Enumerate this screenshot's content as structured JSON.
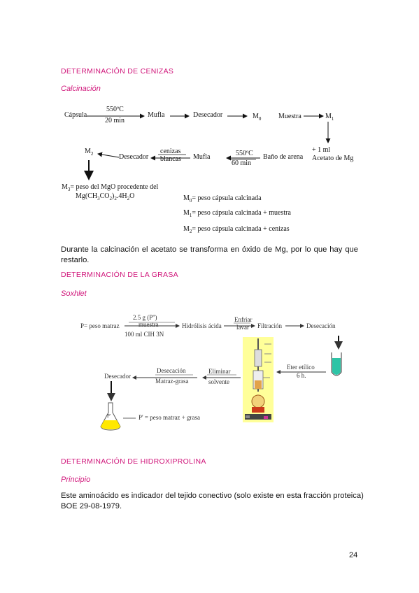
{
  "section1": {
    "heading": "DETERMINACIÓN DE CENIZAS",
    "subheading": "Calcinación",
    "diagram": {
      "capsula": "Cápsula",
      "temp1": "550ºC",
      "time1": "20 min",
      "mufla1": "Mufla",
      "desecador1": "Desecador",
      "m0": "M",
      "m0_sub": "0",
      "muestra": "Muestra",
      "m1": "M",
      "m1_sub": "1",
      "plus_ml": "+ 1 ml",
      "acetato": "Acetato de Mg",
      "bano": "Baño de arena",
      "temp2": "550ºC",
      "time2": "60 min",
      "mufla2": "Mufla",
      "cenizas": "cenizas",
      "blancas": "blancas",
      "desecador2": "Desecador",
      "m2": "M",
      "m2_sub": "2",
      "m3_line1": "M",
      "m3_sub": "3",
      "m3_line1_rest": "= peso del MgO procedente del",
      "m3_line2": "Mg(CH",
      "m3_line2_sub1": "3",
      "m3_line2_mid": "CO",
      "m3_line2_sub2": "2",
      "m3_line2_rest": ")",
      "m3_line2_sub3": "2",
      "m3_line2_end": ".4H",
      "m3_line2_sub4": "2",
      "m3_line2_o": "O",
      "def0": "= peso cápsula calcinada",
      "def1": "= peso cápsula calcinada + muestra",
      "def2": "= peso cápsula calcinada + cenizas",
      "def_m": "M",
      "def0_sub": "0",
      "def1_sub": "1",
      "def2_sub": "2"
    },
    "paragraph": "Durante la calcinación el acetato se transforma en óxido de Mg, por lo que hay que restarlo."
  },
  "section2": {
    "heading": "DETERMINACIÓN DE LA GRASA",
    "subheading": "Soxhlet",
    "diagram": {
      "p_label": "P= peso matraz",
      "top_label": "2.5 g (P'')",
      "muestra": "muestra",
      "bottom_label": "100 ml  CIH 3N",
      "hidrolisis": "Hidrólisis ácida",
      "enfriar": "Enfriar",
      "lavar": "lavar",
      "filtracion": "Filtración",
      "desecacion": "Desecación",
      "eter": "Eter etílico",
      "horas": "6 h.",
      "eliminar": "Eliminar",
      "solvente": "solvente",
      "desecacion2": "Desecación",
      "matraz_grasa": "Matraz-grasa",
      "desecador": "Desecador",
      "p_prime_flask": "P'",
      "p_prime": "P' = peso matraz + grasa"
    }
  },
  "section3": {
    "heading": "DETERMINACIÓN DE HIDROXIPROLINA",
    "subheading": "Principio",
    "paragraph_line1": "Este aminoácido es indicador del tejido conectivo (solo existe en esta fracción proteica)",
    "paragraph_line2": "BOE 29-08-1979."
  },
  "page_number": "24",
  "colors": {
    "heading": "#d0157a",
    "soxhlet_bg": "#ffff99",
    "tube_fill": "#2ec4a6",
    "flask_fill": "#ffe800"
  }
}
